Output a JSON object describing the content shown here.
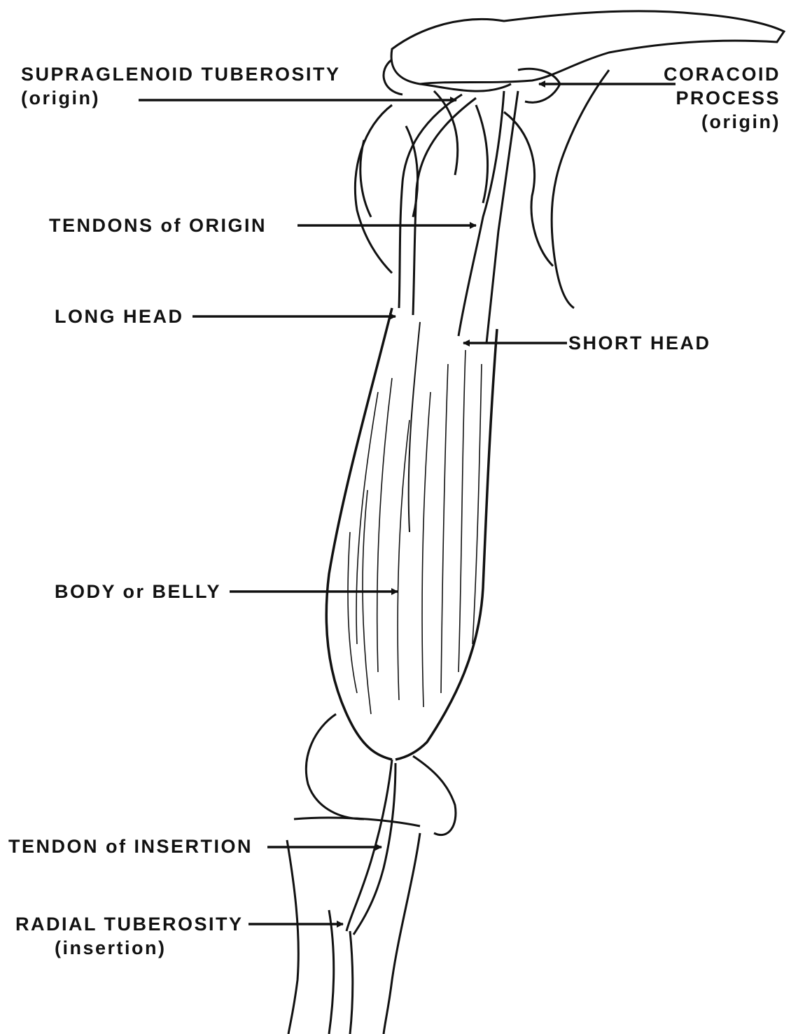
{
  "colors": {
    "ink": "#111111",
    "paper": "#ffffff"
  },
  "labels": {
    "supraglenoid": {
      "title": "SUPRAGLENOID TUBEROSITY",
      "note": "(origin)"
    },
    "coracoid": {
      "title": "CORACOID",
      "line2": "PROCESS",
      "note": "(origin)"
    },
    "tendons_origin": {
      "title": "TENDONS of ORIGIN"
    },
    "long_head": {
      "title": "LONG HEAD"
    },
    "short_head": {
      "title": "SHORT HEAD"
    },
    "body_belly": {
      "title": "BODY or BELLY"
    },
    "tendon_insertion": {
      "title": "TENDON of INSERTION"
    },
    "radial_tuberosity": {
      "title": "RADIAL TUBEROSITY",
      "note": "(insertion)"
    }
  }
}
